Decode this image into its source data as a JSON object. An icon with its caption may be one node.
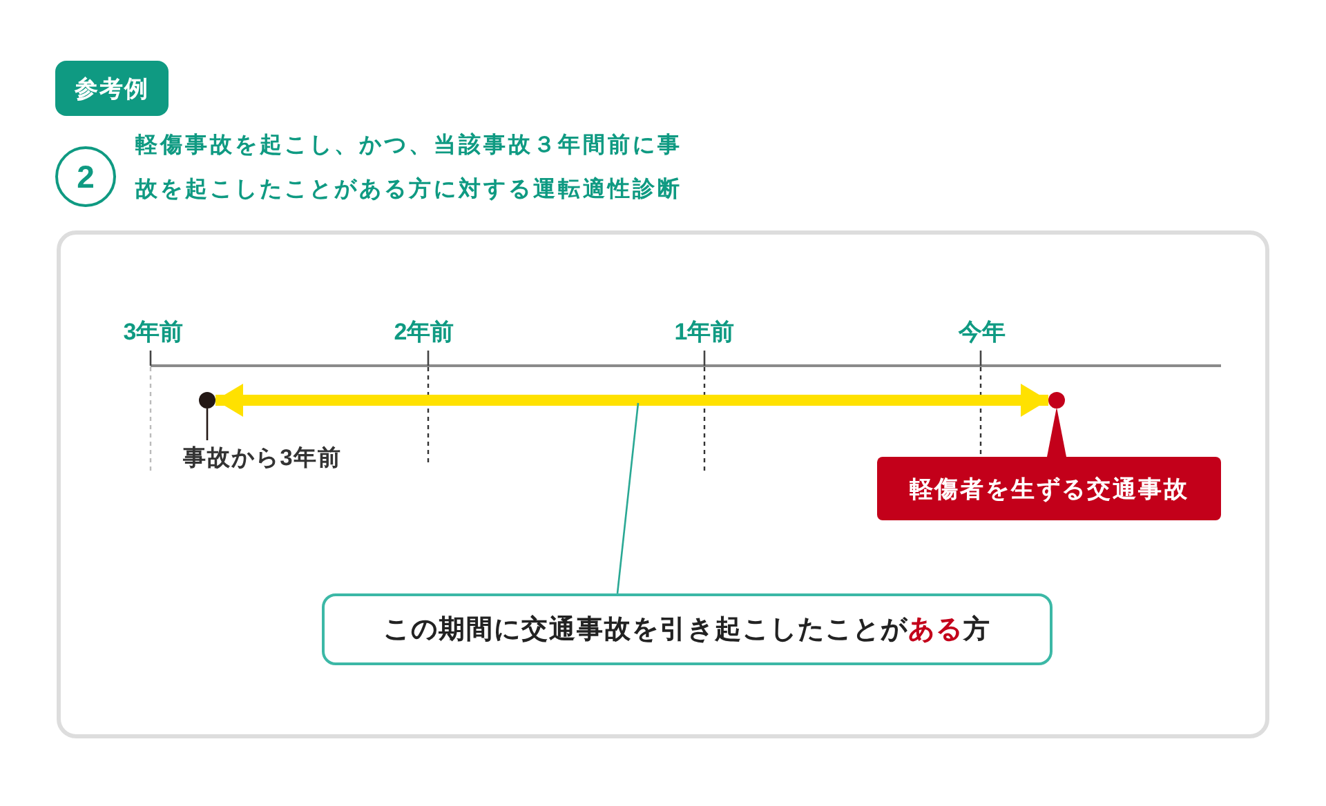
{
  "diagram": {
    "title": "軽傷事故を起こし、かつ、当該事故３年間前に事故を起こしたことがある方に対する運転適性診断",
    "nodes": [
      {
        "text": [
          "参考例"
        ]
      },
      {
        "text": [
          "2"
        ]
      },
      {
        "text": [],
        "shape": "box"
      },
      {
        "text": [],
        "shape": "circle",
        "in": 2
      },
      {
        "text": [
          "事故から3年前"
        ],
        "in": 2
      },
      {
        "text": [],
        "shape": "circle",
        "in": 2
      },
      {
        "text": [
          "軽傷者を生ずる交通事故"
        ],
        "in": 2
      },
      {
        "text": [
          "この期間に交通事故を引き起こしたことが**ある**方"
        ],
        "in": 2
      }
    ],
    "edges": [
      {
        "from": 3,
        "to": 5,
        "arrow": "both",
        "style": "thick",
        "color": "#ffe100"
      },
      {
        "from": 4,
        "to": 3,
        "arrow": "none",
        "color": "#231815"
      },
      {
        "from": 6,
        "to": 5,
        "arrow": "none",
        "color": "#c3001a"
      },
      {
        "from": 7,
        "to": null,
        "arrow": "none",
        "color": "#2aa894"
      }
    ],
    "labels": [
      "3年前",
      "2年前",
      "1年前",
      "今年"
    ]
  }
}
